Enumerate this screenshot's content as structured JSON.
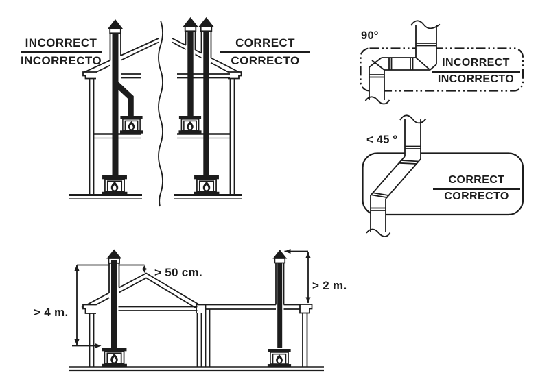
{
  "colors": {
    "ink": "#1c1c1c",
    "background": "#ffffff"
  },
  "labels": {
    "houses_incorrect": {
      "line1": "INCORRECT",
      "line2": "INCORRECTO"
    },
    "houses_correct": {
      "line1": "CORRECT",
      "line2": "CORRECTO"
    },
    "elbow90": {
      "angle": "90º",
      "line1": "INCORRECT",
      "line2": "INCORRECTO"
    },
    "elbow45": {
      "angle": "< 45 º",
      "line1": "CORRECT",
      "line2": "CORRECTO"
    },
    "clearances": {
      "above_ridge": "> 50 cm.",
      "total_height": "> 4 m.",
      "above_flat_roof": "> 2 m."
    }
  }
}
